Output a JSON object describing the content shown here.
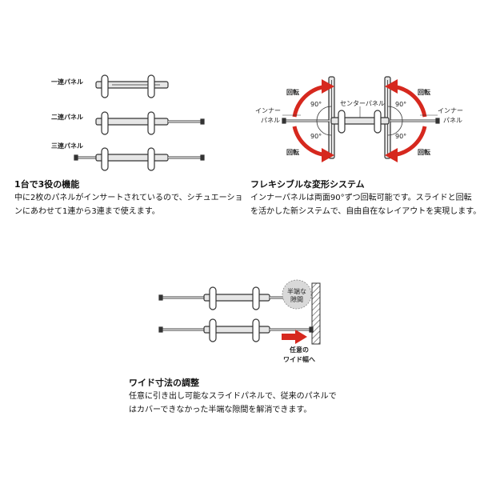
{
  "panel1": {
    "labels": {
      "single": "一連パネル",
      "double": "二連パネル",
      "triple": "三連パネル"
    },
    "heading": "1台で3役の機能",
    "desc": [
      "中に2枚のパネルがインサートされているので、シチュエーショ",
      "ンにあわせて1連から3連まで使えます。"
    ]
  },
  "panel2": {
    "rotate_label": "回転",
    "angle_label": "90°",
    "inner_panel_label": [
      "インナー",
      "パネル"
    ],
    "center_panel_label": "センターパネル",
    "heading": "フレキシブルな変形システム",
    "desc": [
      "インナーパネルは両面90°ずつ回転可能です。スライドと回転",
      "を活かした新システムで、自由自在なレイアウトを実現します。"
    ]
  },
  "panel3": {
    "gap_label": [
      "半端な",
      "隙間"
    ],
    "arrow_label": [
      "任意の",
      "ワイド幅へ"
    ],
    "heading": "ワイド寸法の調整",
    "desc": [
      "任意に引き出し可能なスライドパネルで、従来のパネルで",
      "はカバーできなかった半端な隙間を解消できます。"
    ]
  },
  "colors": {
    "accent": "#d6281e",
    "line": "#333333",
    "panel_fill": "#e6e6e6"
  }
}
